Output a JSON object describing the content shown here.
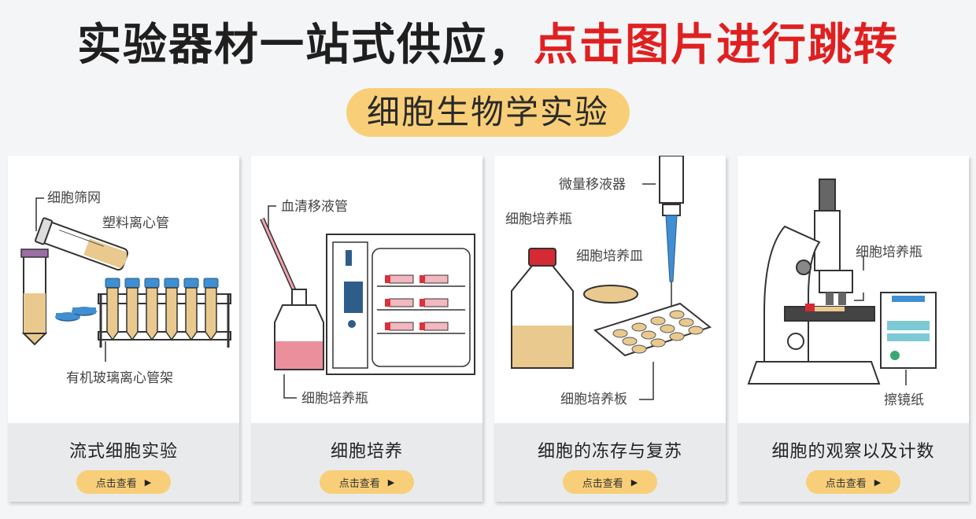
{
  "header": {
    "headline_black": "实验器材一站式供应，",
    "headline_red": "点击图片进行跳转",
    "category": "细胞生物学实验"
  },
  "colors": {
    "accent": "#f8cf78",
    "highlight": "#e02020",
    "card_footer": "#e9eaec"
  },
  "cards": [
    {
      "title": "流式细胞实验",
      "button": "点击查看",
      "labels": [
        "细胞筛网",
        "塑料离心管",
        "有机玻璃离心管架"
      ]
    },
    {
      "title": "细胞培养",
      "button": "点击查看",
      "labels": [
        "血清移液管",
        "细胞培养瓶"
      ]
    },
    {
      "title": "细胞的冻存与复苏",
      "button": "点击查看",
      "labels": [
        "微量移液器",
        "细胞培养瓶",
        "细胞培养皿",
        "细胞培养板"
      ]
    },
    {
      "title": "细胞的观察以及计数",
      "button": "点击查看",
      "labels": [
        "细胞培养瓶",
        "擦镜纸"
      ]
    }
  ],
  "icons": {
    "button_arrow": "play-arrow-icon"
  }
}
